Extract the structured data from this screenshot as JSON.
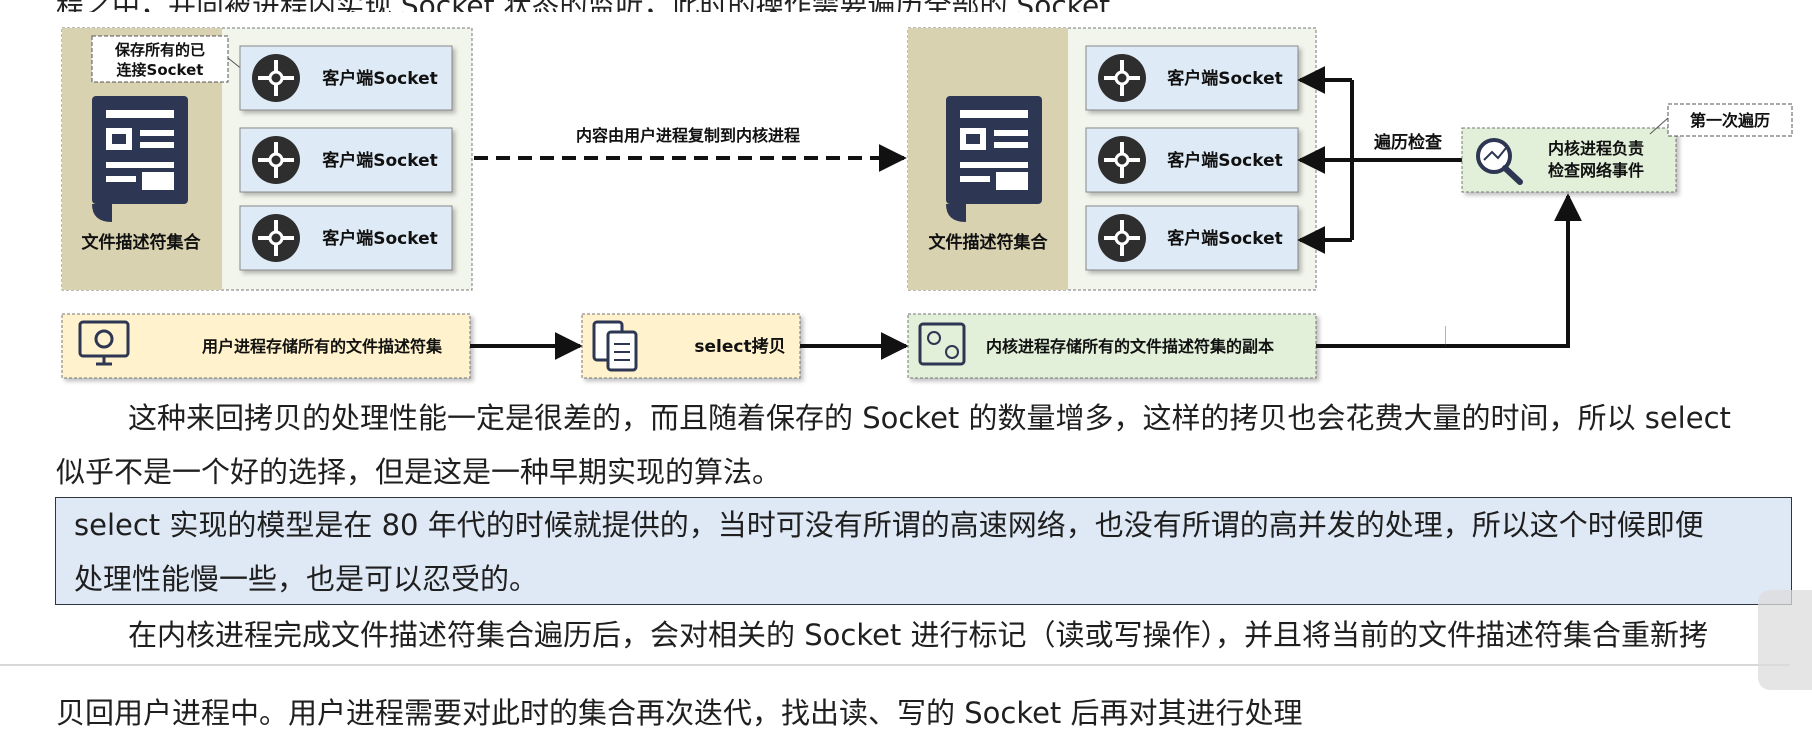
{
  "top_fragment": "程之中，并向被进程内实现 Socket 状态的监听，此时的操作需要遍历全部的 Socket",
  "diagram": {
    "left_set_label": "文件描述符集合",
    "left_note": [
      "保存所有的已",
      "连接Socket"
    ],
    "left_sockets": [
      "客户端Socket",
      "客户端Socket",
      "客户端Socket"
    ],
    "copy_label": "内容由用户进程复制到内核进程",
    "right_set_label": "文件描述符集合",
    "right_sockets": [
      "客户端Socket",
      "客户端Socket",
      "客户端Socket"
    ],
    "scan_label": "遍历检查",
    "kernel_box_lines": [
      "内核进程负责",
      "检查网络事件"
    ],
    "first_scan_label": "第一次遍历",
    "user_store_label": "用户进程存储所有的文件描述符集",
    "select_copy_label": "select拷贝",
    "kernel_store_label": "内核进程存储所有的文件描述符集的副本"
  },
  "body": {
    "para1_line1": "这种来回拷贝的处理性能一定是很差的，而且随着保存的 Socket 的数量增多，这样的拷贝也会花费大量的时间，所以 select",
    "para1_line2": "似乎不是一个好的选择，但是这是一种早期实现的算法。",
    "callout_line1": "select 实现的模型是在 80 年代的时候就提供的，当时可没有所谓的高速网络，也没有所谓的高并发的处理，所以这个时候即便",
    "callout_line2": "处理性能慢一些，也是可以忍受的。",
    "para2_line1": "在内核进程完成文件描述符集合遍历后，会对相关的 Socket 进行标记（读或写操作），并且将当前的文件描述符集合重新拷",
    "para2_line2": "贝回用户进程中。用户进程需要对此时的集合再次迭代，找出读、写的 Socket 后再对其进行处理"
  }
}
